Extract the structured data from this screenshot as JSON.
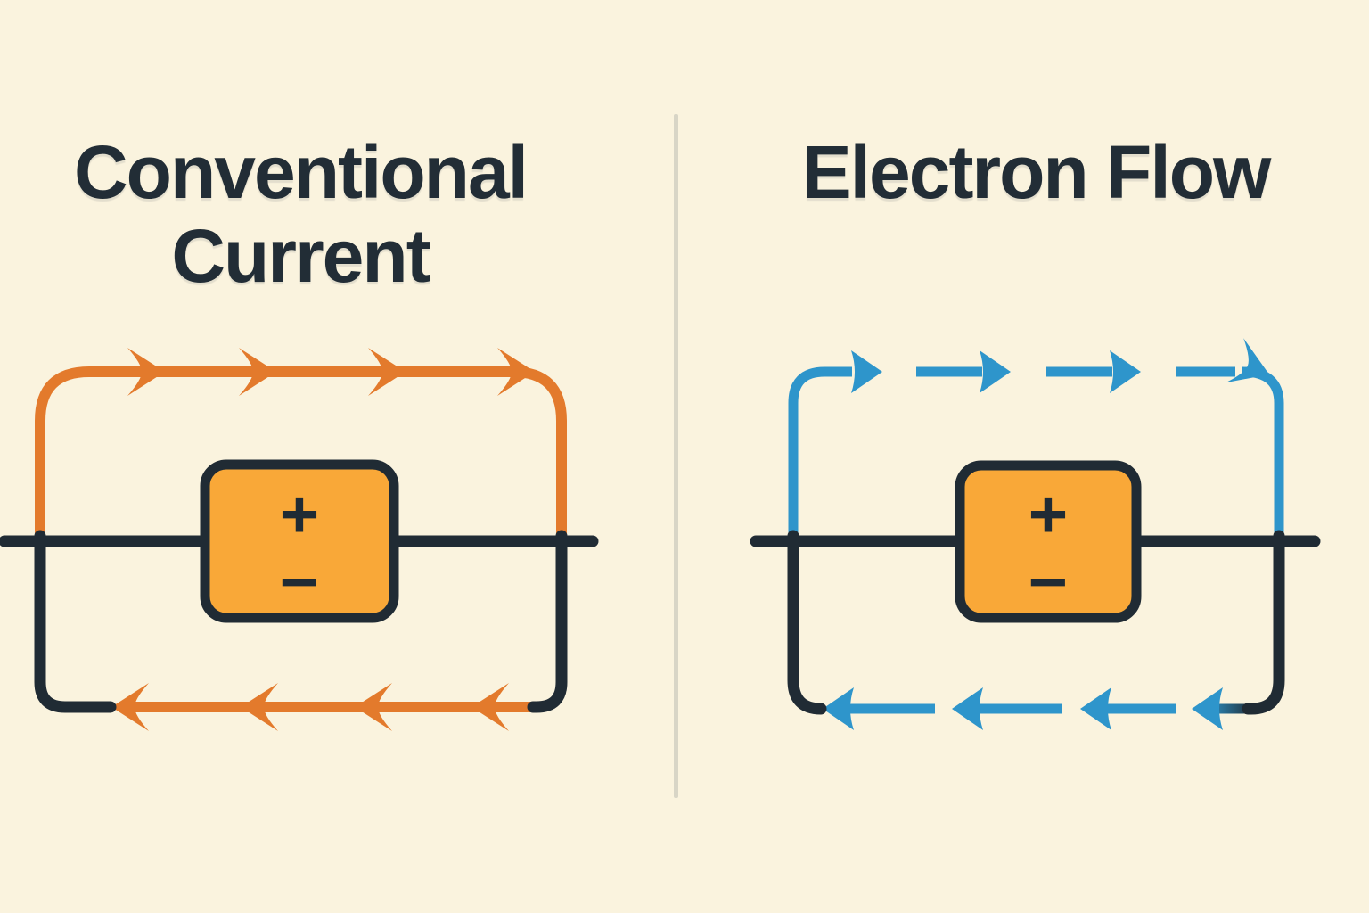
{
  "panels": {
    "left": {
      "title": "Conventional Current",
      "title_line1": "Conventional",
      "title_line2": "Current",
      "battery": {
        "positive_label": "+",
        "negative_label": "−"
      },
      "top_arrows": {
        "count": 4,
        "direction": "right",
        "style": "solid wire with barbed arrowheads"
      },
      "bottom_arrows": {
        "count": 4,
        "direction": "left",
        "style": "solid wire with barbed arrowheads"
      },
      "flow": "clockwise"
    },
    "right": {
      "title": "Electron Flow",
      "battery": {
        "positive_label": "+",
        "negative_label": "−"
      },
      "top_arrows": {
        "count": 4,
        "direction": "right",
        "style": "dashed arrow segments"
      },
      "bottom_arrows": {
        "count": 4,
        "direction": "left",
        "style": "dashed arrow segments"
      },
      "flow": "clockwise"
    }
  },
  "colors": {
    "background": "#FAF3DE",
    "ink_dark": "#202B34",
    "conventional_orange": "#E37A2C",
    "electron_blue": "#2E95CB",
    "battery_fill": "#F9A838",
    "divider": "#D8D5C6"
  }
}
